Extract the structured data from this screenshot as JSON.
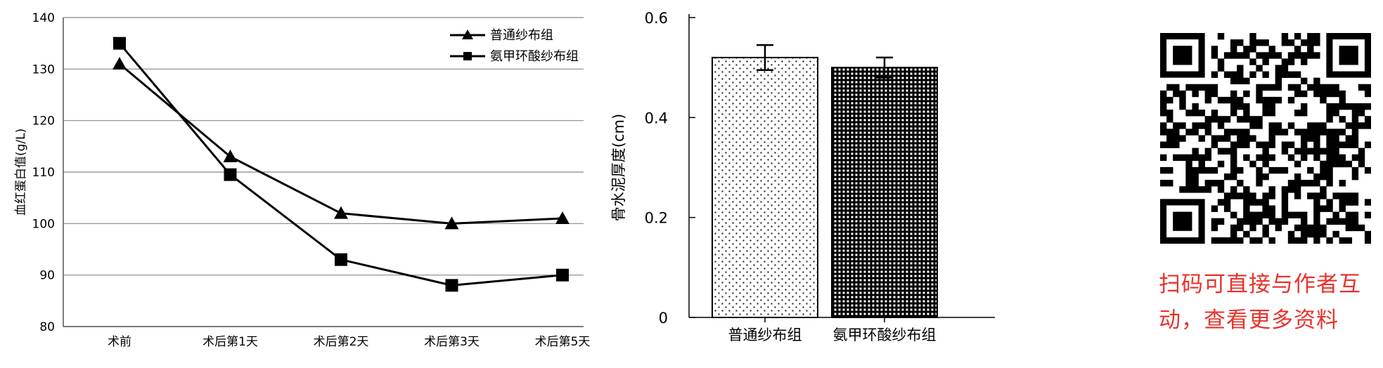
{
  "chart_data": [
    {
      "type": "line",
      "ylabel": "血红蛋白值(g/L)",
      "xlabel": "",
      "categories": [
        "术前",
        "术后第1天",
        "术后第2天",
        "术后第3天",
        "术后第5天"
      ],
      "ylim": [
        80,
        140
      ],
      "yticks": [
        80,
        90,
        100,
        110,
        120,
        130,
        140
      ],
      "grid": "horizontal",
      "legend_position": "top-right",
      "series": [
        {
          "name": "普通纱布组",
          "marker": "triangle",
          "values": [
            131,
            113,
            102,
            100,
            101
          ]
        },
        {
          "name": "氨甲环酸纱布组",
          "marker": "square",
          "values": [
            135,
            109.5,
            93,
            88,
            90
          ]
        }
      ]
    },
    {
      "type": "bar",
      "ylabel": "骨水泥厚度(cm)",
      "xlabel": "",
      "categories": [
        "普通纱布组",
        "氨甲环酸纱布组"
      ],
      "values": [
        0.52,
        0.5
      ],
      "errors": [
        0.025,
        0.02
      ],
      "ylim": [
        0,
        0.6
      ],
      "yticks": [
        "0",
        "0.2",
        "0.4",
        "0.6"
      ],
      "patterns": [
        "dots",
        "grid"
      ]
    }
  ],
  "qr": {
    "caption_line1": "扫码可直接与作者互",
    "caption_line2": "动，查看更多资料",
    "color": "#e8322b"
  }
}
